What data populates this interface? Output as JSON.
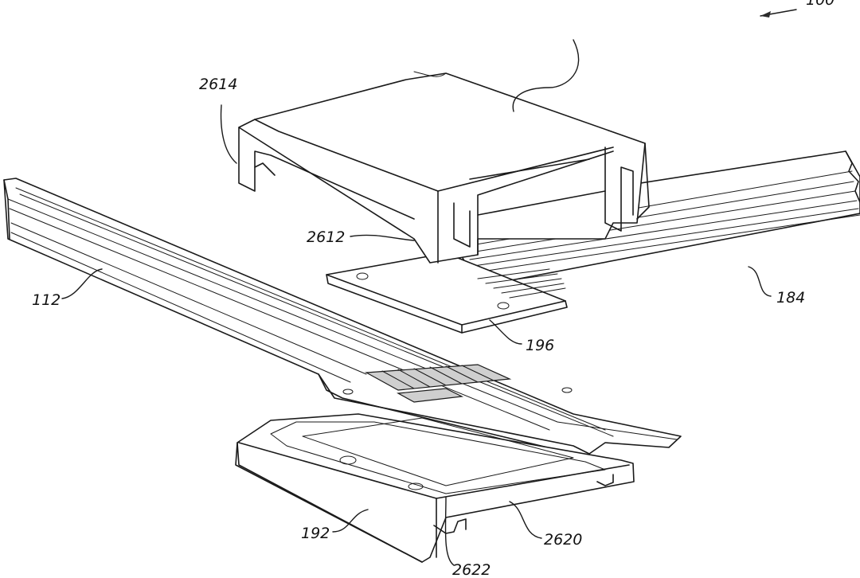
{
  "figure": {
    "labels": {
      "l2614": "2614",
      "l2612": "2612",
      "l112": "112",
      "l184": "184",
      "l196": "196",
      "l192": "192",
      "l2620": "2620",
      "l2622": "2622"
    },
    "partial_label_top_right": "100"
  }
}
